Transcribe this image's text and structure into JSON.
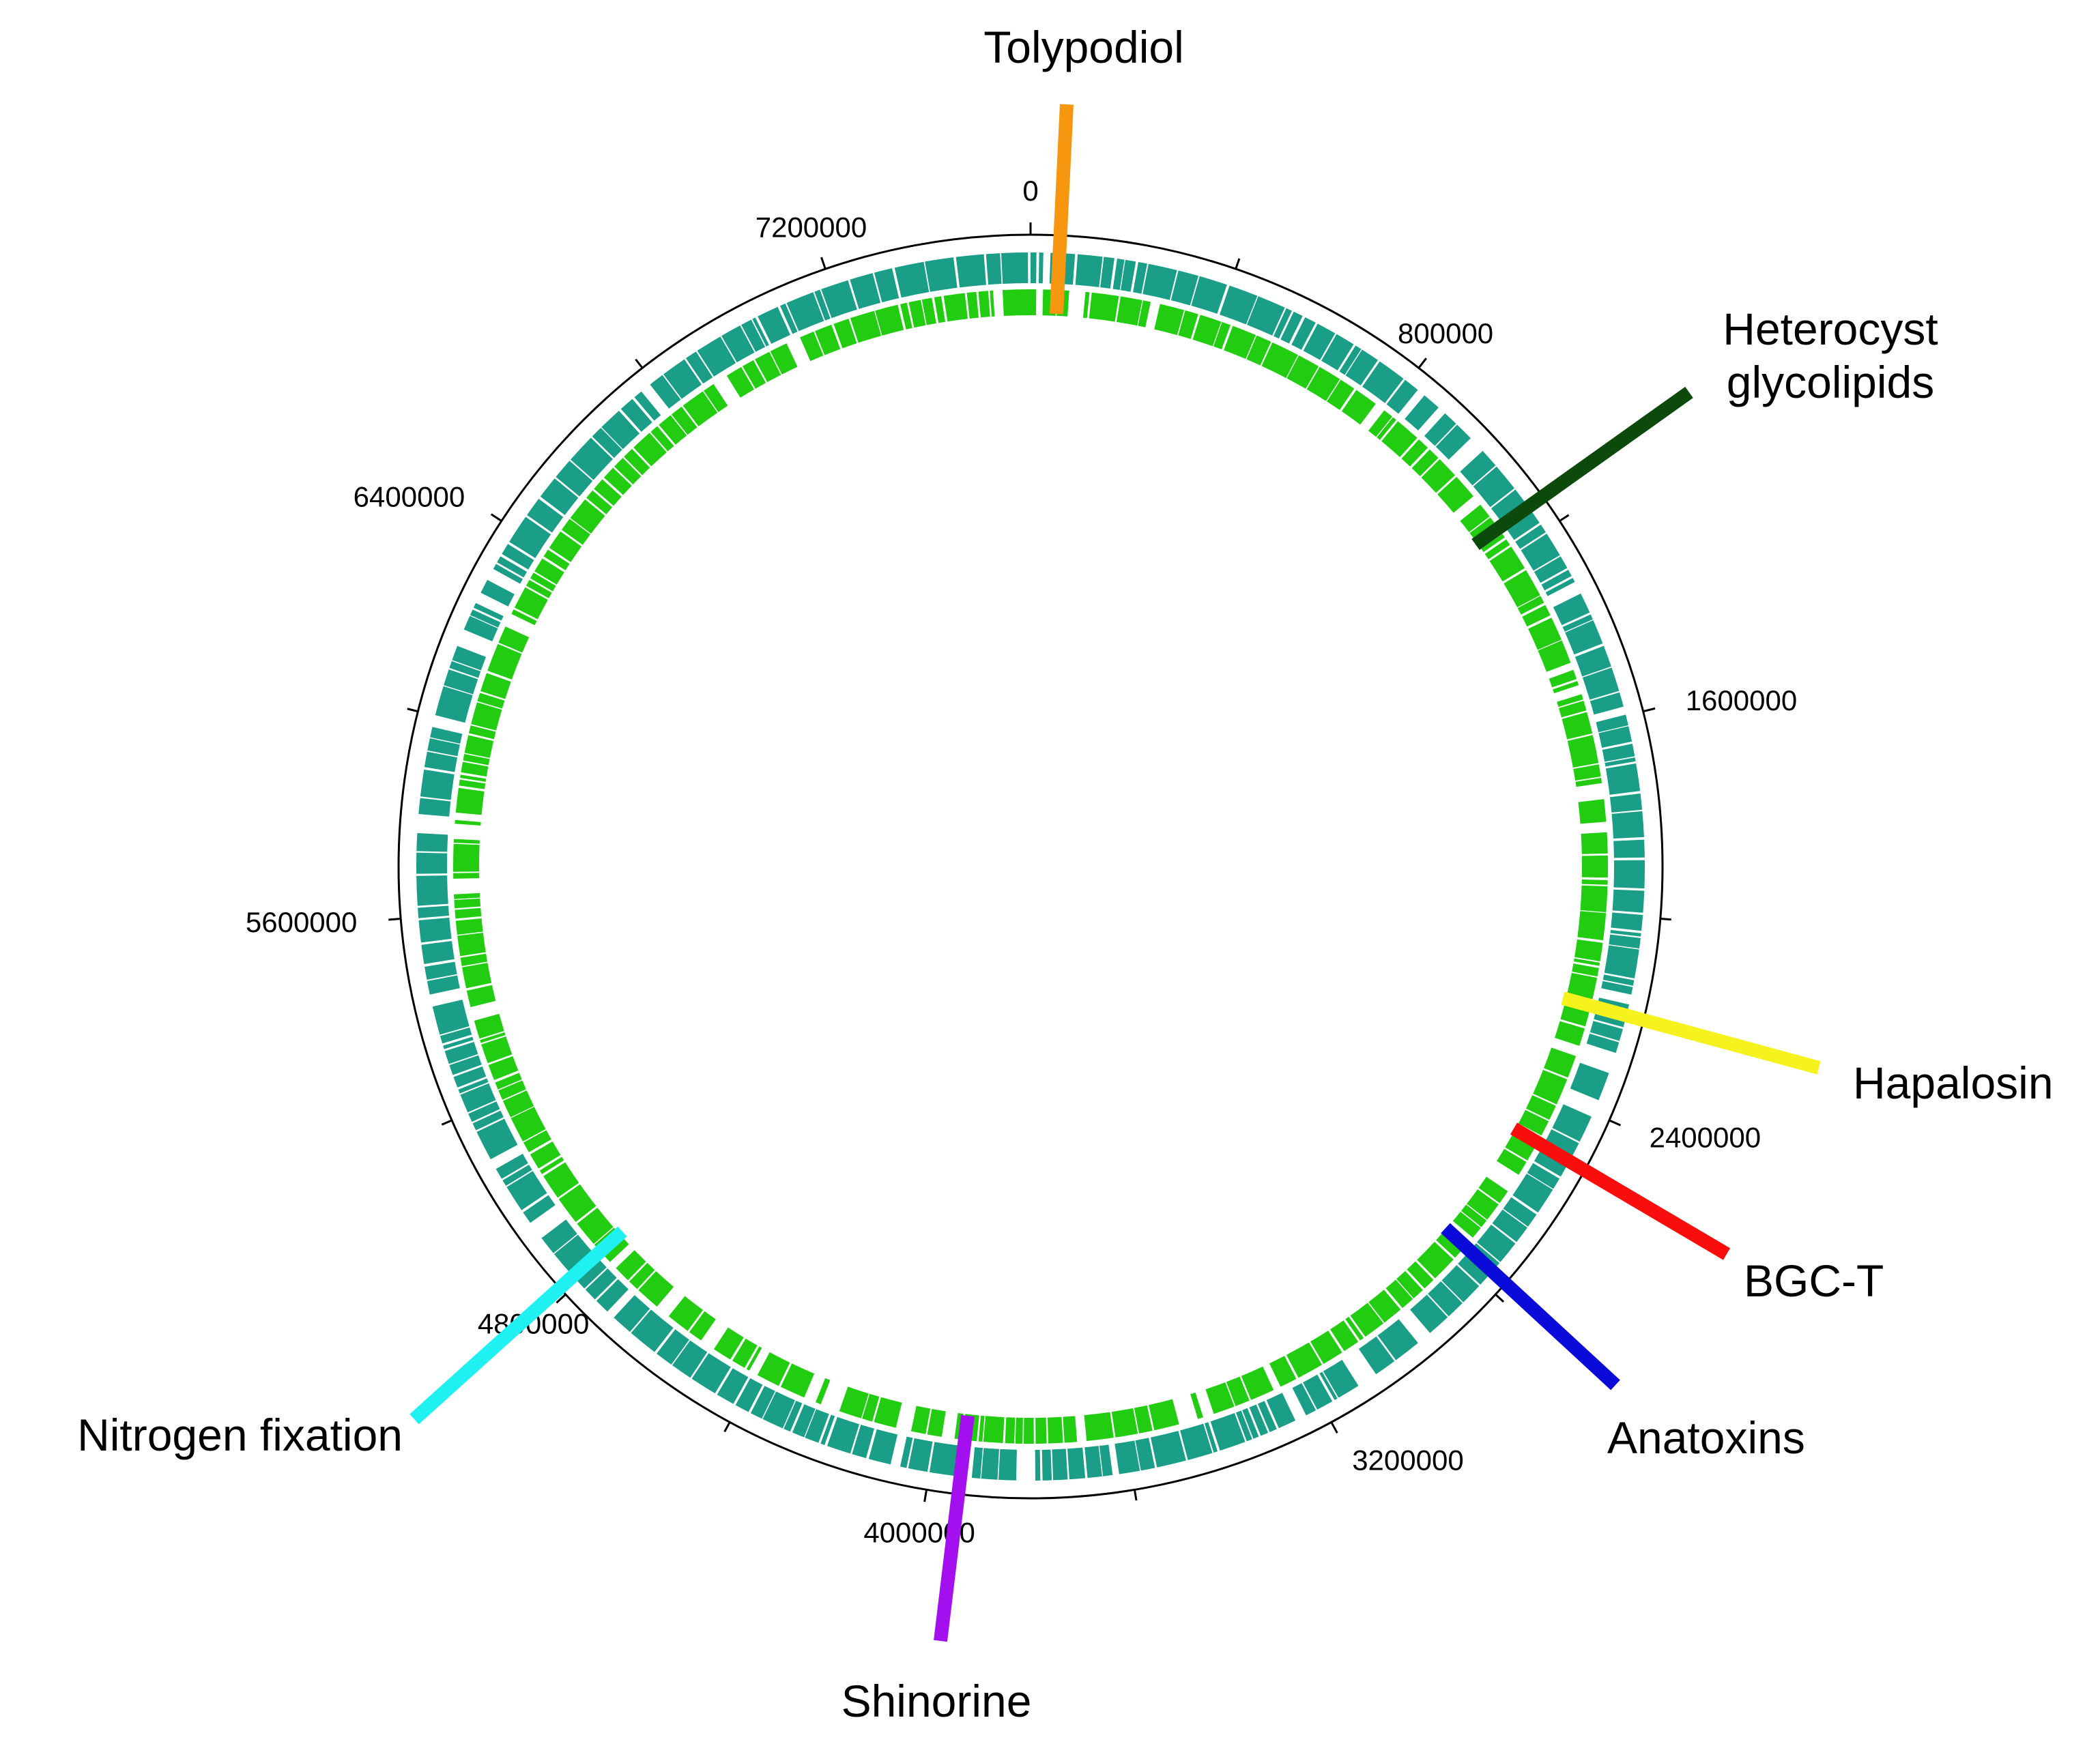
{
  "figure": {
    "genome_length": 7600000,
    "scale_ticks": [
      {
        "position": 0,
        "label": "0"
      },
      {
        "position": 800000,
        "label": "800000"
      },
      {
        "position": 1600000,
        "label": "1600000"
      },
      {
        "position": 2400000,
        "label": "2400000"
      },
      {
        "position": 3200000,
        "label": "3200000"
      },
      {
        "position": 4000000,
        "label": "4000000"
      },
      {
        "position": 4800000,
        "label": "4800000"
      },
      {
        "position": 5600000,
        "label": "5600000"
      },
      {
        "position": 6400000,
        "label": "6400000"
      },
      {
        "position": 7200000,
        "label": "7200000"
      }
    ],
    "minor_tick_positions": [
      400000,
      1200000,
      2000000,
      2800000,
      3600000,
      4400000,
      5200000,
      6000000,
      6800000
    ],
    "tracks": [
      {
        "name": "outer-gene-track",
        "color": "#1a9e87"
      },
      {
        "name": "inner-gene-track",
        "color": "#22cc11"
      }
    ],
    "clusters": [
      {
        "label_lines": [
          "Tolypodiol"
        ],
        "color": "#f7970f"
      },
      {
        "label_lines": [
          "Heterocyst",
          "glycolipids"
        ],
        "color": "#0c4a0c"
      },
      {
        "label_lines": [
          "Hapalosin"
        ],
        "color": "#f5f21e"
      },
      {
        "label_lines": [
          "BGC-T"
        ],
        "color": "#fa0d0d"
      },
      {
        "label_lines": [
          "Anatoxins"
        ],
        "color": "#0a0ad9"
      },
      {
        "label_lines": [
          "Shinorine"
        ],
        "color": "#a40ff0"
      },
      {
        "label_lines": [
          "Nitrogen fixation"
        ],
        "color": "#1ff0f2"
      }
    ]
  }
}
